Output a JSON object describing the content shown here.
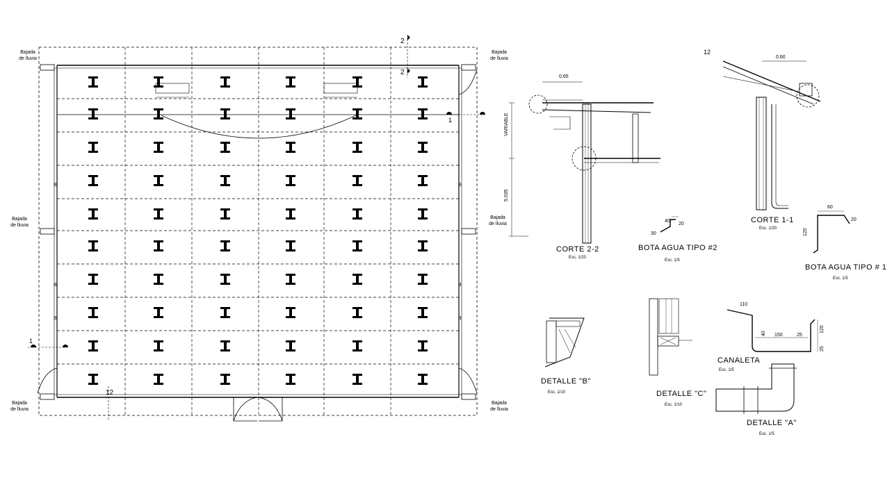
{
  "plan": {
    "downpipe_label_line1": "Bajada",
    "downpipe_label_line2": "de lluvia",
    "section_mark_2": "2",
    "section_mark_1": "1",
    "section_mark_12": "12",
    "column_letter": "B"
  },
  "details": {
    "corte_2_2": {
      "title": "CORTE 2-2",
      "scale": "Esc. 1/20",
      "dim_top": "0.65",
      "dim_side_1": "VARIABLE",
      "dim_side_2": "5.035"
    },
    "corte_1_1": {
      "title": "CORTE 1-1",
      "scale": "Esc. 1/20",
      "dim_top": "0.60",
      "mark": "12"
    },
    "bota_agua_2": {
      "title": "BOTA AGUA TIPO #2",
      "scale": "Esc. 1/5",
      "dim_a": "40",
      "dim_b": "20",
      "dim_c": "30"
    },
    "bota_agua_1": {
      "title": "BOTA AGUA TIPO # 1",
      "scale": "Esc. 1/5",
      "dim_a": "60",
      "dim_b": "120",
      "dim_c": "20"
    },
    "detalle_b": {
      "title": "DETALLE \"B\"",
      "scale": "Esc. 1/10"
    },
    "detalle_c": {
      "title": "DETALLE \"C\"",
      "scale": "Esc. 1/10"
    },
    "canaleta": {
      "title": "CANALETA",
      "scale": "Esc. 1/5",
      "dim_a": "110",
      "dim_b": "150",
      "dim_c": "25",
      "dim_d": "40",
      "dim_e": "120",
      "dim_f": "25"
    },
    "detalle_a": {
      "title": "DETALLE \"A\"",
      "scale": "Esc. 1/5"
    }
  },
  "colors": {
    "ink": "#000000",
    "paper": "#ffffff"
  }
}
